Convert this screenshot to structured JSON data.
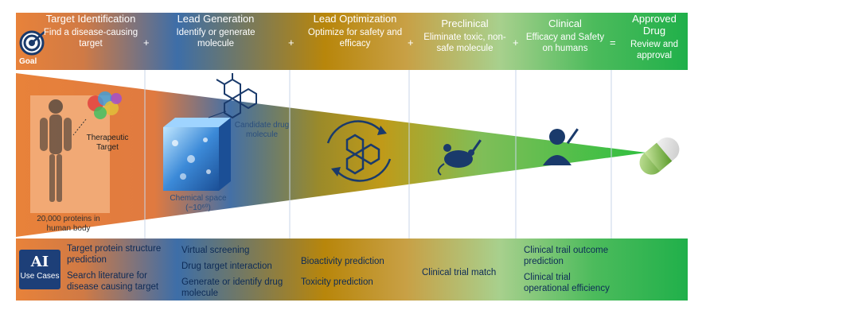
{
  "stages": [
    {
      "id": "target-identification",
      "title": "Target Identification",
      "desc": "Find a disease-causing target"
    },
    {
      "id": "lead-generation",
      "title": "Lead Generation",
      "desc": "Identify or generate molecule"
    },
    {
      "id": "lead-optimization",
      "title": "Lead Optimization",
      "desc": "Optimize for safety and efficacy"
    },
    {
      "id": "preclinical",
      "title": "Preclinical",
      "desc": "Eliminate toxic, non-safe molecule"
    },
    {
      "id": "clinical",
      "title": "Clinical",
      "desc": "Efficacy and Safety on humans"
    },
    {
      "id": "approved-drug",
      "title": "Approved Drug",
      "desc": "Review and approval"
    }
  ],
  "operators": [
    "+",
    "+",
    "+",
    "+",
    "="
  ],
  "goal_label": "Goal",
  "ai_label_line1": "AI",
  "ai_label_line2": "Use Cases",
  "middle": {
    "proteins": "20,000 proteins in human body",
    "therapeutic_target": "Therapeutic Target",
    "chemical_space_line1": "Chemical space",
    "chemical_space_line2": "(~10⁶⁰)",
    "candidate": "Candidate drug molecule"
  },
  "ai_use_cases": {
    "target_identification": [
      "Target protein structure prediction",
      "Search literature for disease causing target"
    ],
    "lead_generation": [
      "Virtual screening",
      "Drug target interaction",
      "Generate or identify drug molecule"
    ],
    "lead_optimization": [
      "Bioactivity prediction",
      "Toxicity prediction"
    ],
    "preclinical": [
      "Clinical trial match"
    ],
    "clinical": [
      "Clinical trail outcome prediction",
      "Clinical trial operational efficiency"
    ]
  },
  "colors": {
    "orange": "#e8823a",
    "blue": "#3d6ea8",
    "gold": "#b8860b",
    "green": "#20b04a",
    "navy": "#1a3a6b",
    "text_navy": "#0d2b57"
  }
}
